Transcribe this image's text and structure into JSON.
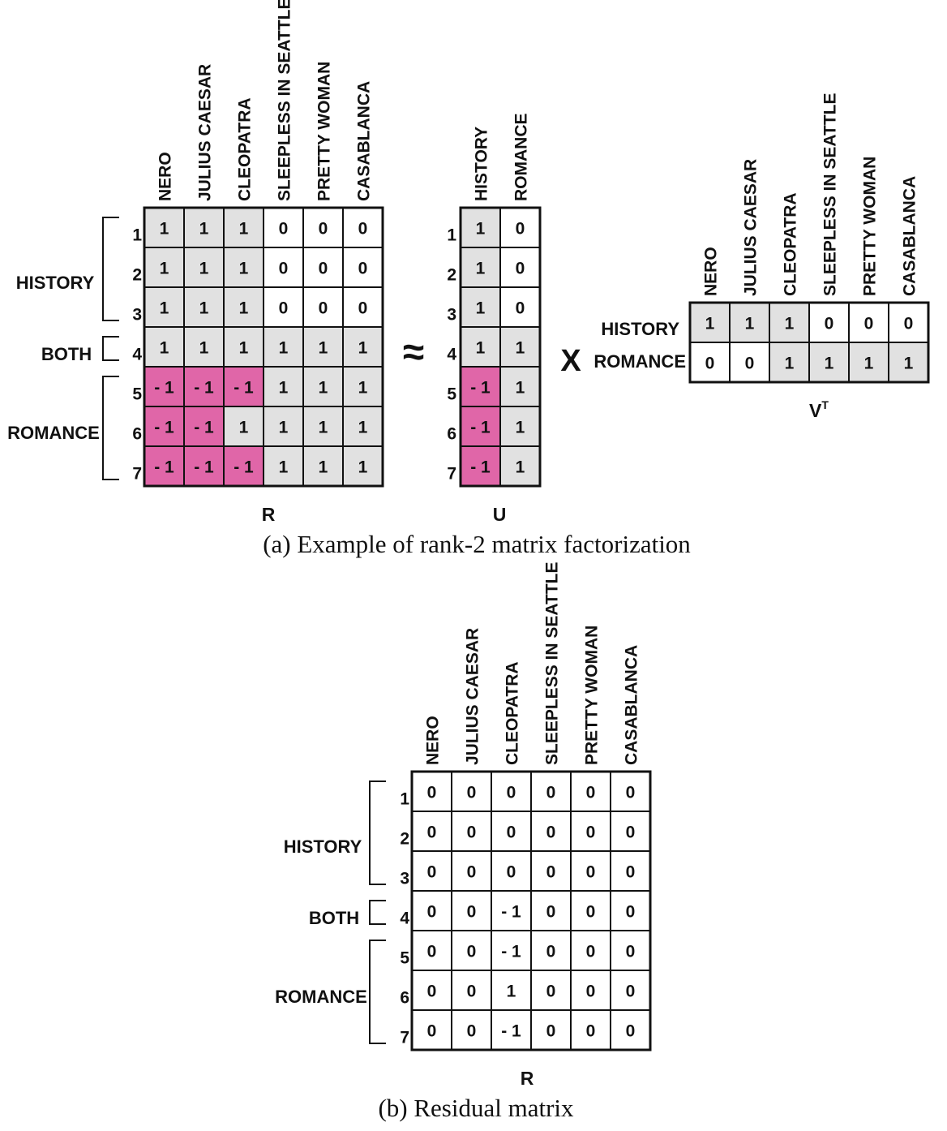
{
  "colors": {
    "empty": "#ffffff",
    "positive": "#e1e1e1",
    "negative": "#e066a8",
    "border": "#111111"
  },
  "movies": [
    "NERO",
    "JULIUS CAESAR",
    "CLEOPATRA",
    "SLEEPLESS IN SEATTLE",
    "PRETTY WOMAN",
    "CASABLANCA"
  ],
  "row_numbers": [
    "1",
    "2",
    "3",
    "4",
    "5",
    "6",
    "7"
  ],
  "groups": {
    "history": "HISTORY",
    "both": "BOTH",
    "romance": "ROMANCE"
  },
  "panel_a": {
    "caption": "(a) Example of rank-2 matrix factorization",
    "approx_symbol": "≈",
    "times_symbol": "X",
    "R": {
      "label": "R",
      "cells": [
        [
          "1",
          "1",
          "1",
          "0",
          "0",
          "0"
        ],
        [
          "1",
          "1",
          "1",
          "0",
          "0",
          "0"
        ],
        [
          "1",
          "1",
          "1",
          "0",
          "0",
          "0"
        ],
        [
          "1",
          "1",
          "1",
          "1",
          "1",
          "1"
        ],
        [
          "- 1",
          "- 1",
          "- 1",
          "1",
          "1",
          "1"
        ],
        [
          "- 1",
          "- 1",
          "1",
          "1",
          "1",
          "1"
        ],
        [
          "- 1",
          "- 1",
          "- 1",
          "1",
          "1",
          "1"
        ]
      ],
      "shading": [
        [
          "pos",
          "pos",
          "pos",
          "empty",
          "empty",
          "empty"
        ],
        [
          "pos",
          "pos",
          "pos",
          "empty",
          "empty",
          "empty"
        ],
        [
          "pos",
          "pos",
          "pos",
          "empty",
          "empty",
          "empty"
        ],
        [
          "pos",
          "pos",
          "pos",
          "pos",
          "pos",
          "pos"
        ],
        [
          "neg",
          "neg",
          "neg",
          "pos",
          "pos",
          "pos"
        ],
        [
          "neg",
          "neg",
          "pos",
          "pos",
          "pos",
          "pos"
        ],
        [
          "neg",
          "neg",
          "neg",
          "pos",
          "pos",
          "pos"
        ]
      ]
    },
    "U": {
      "label": "U",
      "columns": [
        "HISTORY",
        "ROMANCE"
      ],
      "cells": [
        [
          "1",
          "0"
        ],
        [
          "1",
          "0"
        ],
        [
          "1",
          "0"
        ],
        [
          "1",
          "1"
        ],
        [
          "- 1",
          "1"
        ],
        [
          "- 1",
          "1"
        ],
        [
          "- 1",
          "1"
        ]
      ],
      "shading": [
        [
          "pos",
          "empty"
        ],
        [
          "pos",
          "empty"
        ],
        [
          "pos",
          "empty"
        ],
        [
          "pos",
          "pos"
        ],
        [
          "neg",
          "pos"
        ],
        [
          "neg",
          "pos"
        ],
        [
          "neg",
          "pos"
        ]
      ]
    },
    "VT": {
      "label": "V",
      "superscript": "T",
      "rows": [
        "HISTORY",
        "ROMANCE"
      ],
      "cells": [
        [
          "1",
          "1",
          "1",
          "0",
          "0",
          "0"
        ],
        [
          "0",
          "0",
          "1",
          "1",
          "1",
          "1"
        ]
      ],
      "shading": [
        [
          "pos",
          "pos",
          "pos",
          "empty",
          "empty",
          "empty"
        ],
        [
          "empty",
          "empty",
          "pos",
          "pos",
          "pos",
          "pos"
        ]
      ]
    }
  },
  "panel_b": {
    "caption": "(b) Residual matrix",
    "R": {
      "label": "R",
      "cells": [
        [
          "0",
          "0",
          "0",
          "0",
          "0",
          "0"
        ],
        [
          "0",
          "0",
          "0",
          "0",
          "0",
          "0"
        ],
        [
          "0",
          "0",
          "0",
          "0",
          "0",
          "0"
        ],
        [
          "0",
          "0",
          "- 1",
          "0",
          "0",
          "0"
        ],
        [
          "0",
          "0",
          "- 1",
          "0",
          "0",
          "0"
        ],
        [
          "0",
          "0",
          "1",
          "0",
          "0",
          "0"
        ],
        [
          "0",
          "0",
          "- 1",
          "0",
          "0",
          "0"
        ]
      ]
    }
  }
}
